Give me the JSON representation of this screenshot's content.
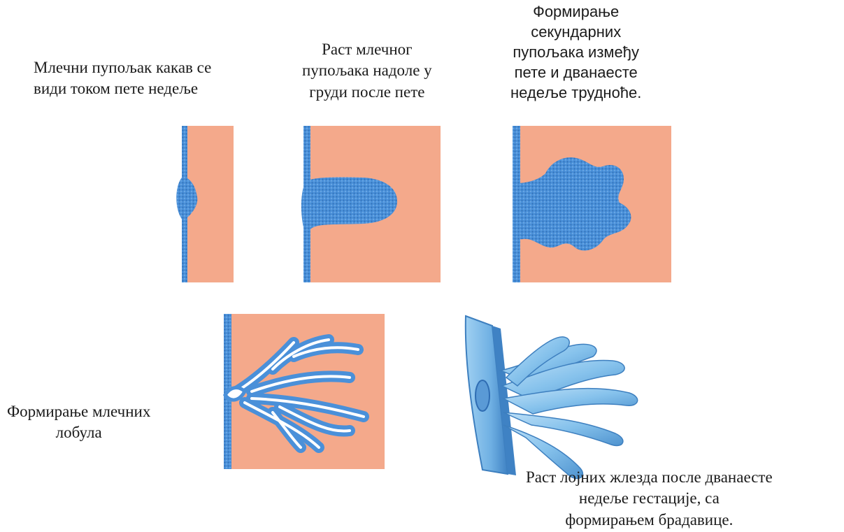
{
  "figure": {
    "captions": {
      "stage1": [
        "Млечни  пупољак какав се",
        "види током пете недеље"
      ],
      "stage2": [
        "Раст млечног",
        "пупољака надоле у",
        "груди после пете"
      ],
      "stage3": [
        "Формирање",
        "секундарних",
        "пупољака између",
        "пете и дванаесте",
        "недеље трудноће."
      ],
      "stage4": [
        "Формирање млечних",
        "лобула"
      ],
      "stage5": [
        "Раст лојних жлезда после дванаесте",
        "недеље гестације, са",
        "формирањем брадавице."
      ]
    }
  },
  "colors": {
    "mesenchyme": "#f4a98b",
    "epithelium": "#4a90d9",
    "epithelium_dark": "#2f6db3",
    "lumen": "#ffffff",
    "model_light": "#a9d4f2",
    "model_mid": "#7dbbe8",
    "model_dark": "#4f93cf"
  }
}
